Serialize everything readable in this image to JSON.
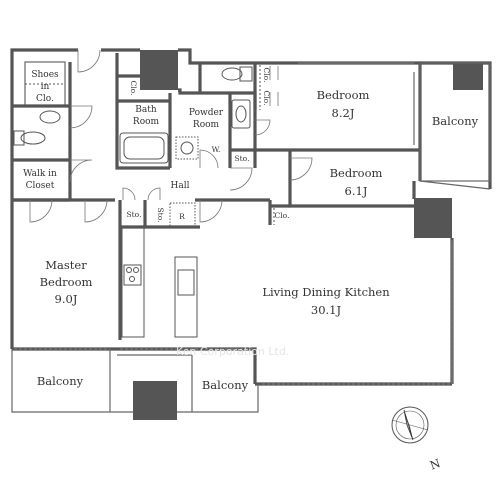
{
  "rooms": {
    "shoes_closet": [
      "Shoes",
      "in",
      "Clo."
    ],
    "walk_in_closet": [
      "Walk in",
      "Closet"
    ],
    "bath_room": [
      "Bath",
      "Room"
    ],
    "powder_room": [
      "Powder",
      "Room"
    ],
    "bedroom_1": {
      "name": "Bedroom",
      "size": "8.2J"
    },
    "bedroom_2": {
      "name": "Bedroom",
      "size": "6.1J"
    },
    "master_bedroom": {
      "name": [
        "Master",
        "Bedroom"
      ],
      "size": "9.0J"
    },
    "ldk": {
      "name": "Living Dining Kitchen",
      "size": "30.1J"
    },
    "hall": "Hall",
    "balcony_east": "Balcony",
    "balcony_sw": "Balcony",
    "balcony_s": "Balcony"
  },
  "small_labels": {
    "clo": "Clo.",
    "sto": "Sto.",
    "washer": "W.",
    "refrigerator": "R"
  },
  "watermark": "Ken Corporation Ltd.",
  "compass": {
    "north": "N"
  }
}
